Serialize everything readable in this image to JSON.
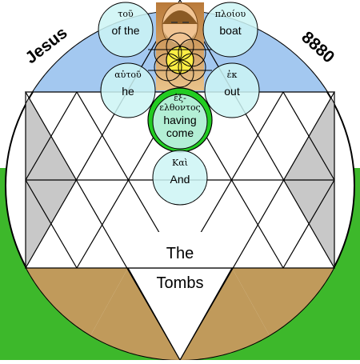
{
  "side_labels": {
    "left": "Jesus",
    "right": "8880"
  },
  "bottom_label": {
    "line1": "The",
    "line2": "Tombs"
  },
  "circles": [
    {
      "greek": "τοῦ",
      "english": "of the"
    },
    {
      "greek": "πλοίου",
      "english": "boat"
    },
    {
      "greek": "αὐτοῦ",
      "english": "he"
    },
    {
      "greek": "ἐκ",
      "english": "out"
    },
    {
      "greek": "ἐξ-",
      "greek2": "ελθοντος",
      "english": "having",
      "english2": "come"
    },
    {
      "greek": "Καὶ",
      "english": "And"
    }
  ],
  "colors": {
    "sky": "#a3c8f0",
    "grass": "#3db82b",
    "triangle_grey": "#c8c8c8",
    "triangle_brown": "#c09a5b",
    "bubble": "#cdf4f4",
    "highlight_green": "#22cc22",
    "figure_yellow": "#ffee44"
  }
}
